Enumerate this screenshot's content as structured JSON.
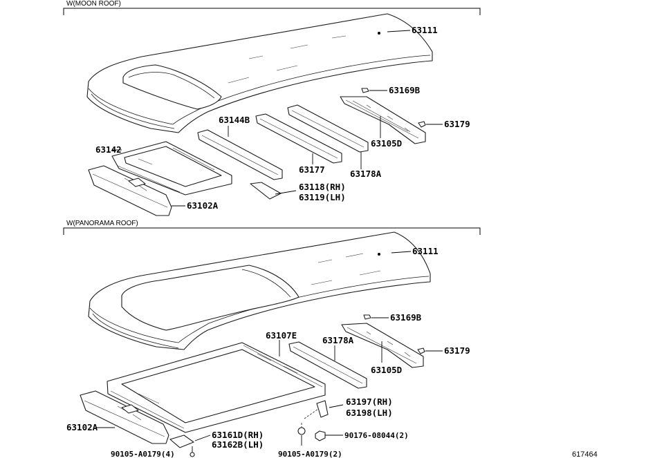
{
  "sections": {
    "moon": {
      "header": "W(MOON ROOF)"
    },
    "panorama": {
      "header": "W(PANORAMA ROOF)"
    }
  },
  "labels": {
    "moon_63111": "63111",
    "moon_63169B": "63169B",
    "moon_63179": "63179",
    "moon_63105D": "63105D",
    "moon_63144B": "63144B",
    "moon_63142": "63142",
    "moon_63177": "63177",
    "moon_63178A": "63178A",
    "moon_63118": "63118(RH)",
    "moon_63119": "63119(LH)",
    "moon_63102A": "63102A",
    "pano_63111": "63111",
    "pano_63169B": "63169B",
    "pano_63179": "63179",
    "pano_63105D": "63105D",
    "pano_63107E": "63107E",
    "pano_63178A": "63178A",
    "pano_63197": "63197(RH)",
    "pano_63198": "63198(LH)",
    "pano_90176": "90176-08044(2)",
    "pano_63102A": "63102A",
    "pano_63161D": "63161D(RH)",
    "pano_63162B": "63162B(LH)",
    "pano_90105_left": "90105-A0179(4)",
    "pano_90105_mid": "90105-A0179(2)"
  },
  "reference": "617464"
}
